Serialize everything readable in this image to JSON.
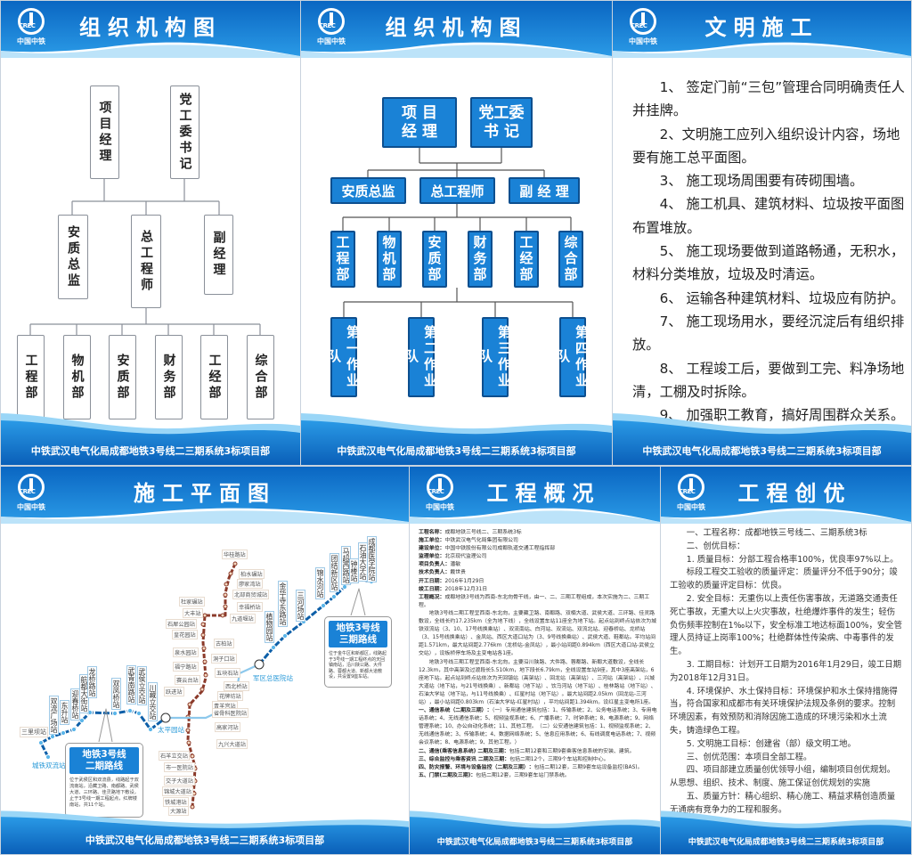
{
  "common": {
    "logo_text": "中国中铁",
    "footer": "中铁武汉电气化局成都地铁3号线二三期系统3标项目部",
    "colors": {
      "header_blue": "#0a6fc8",
      "box_blue": "#1a82d6",
      "line3_dark": "#0d5fa8",
      "line3_light": "#8cc8ec",
      "line_brown": "#8b3a2a"
    }
  },
  "org1": {
    "title": "组织机构图",
    "top": [
      "项目经理",
      "党工委书记"
    ],
    "middle": [
      "安质总监",
      "总工程师",
      "副经理"
    ],
    "bottom": [
      "工程部",
      "物机部",
      "安质部",
      "财务部",
      "工经部",
      "综合部"
    ]
  },
  "org2": {
    "title": "组织机构图",
    "top": [
      "项 目\n经 理",
      "党工委\n书 记"
    ],
    "middle": [
      "安质总监",
      "总工程师",
      "副 经 理"
    ],
    "bottom": [
      "工程部",
      "物机部",
      "安质部",
      "财务部",
      "工经部",
      "综合部"
    ],
    "teams": [
      "第一作业队",
      "第二作业队",
      "第三作业队",
      "第四作业队"
    ]
  },
  "civil": {
    "title": "文明施工",
    "items": [
      "1、 签定门前“三包”管理合同明确责任人并挂牌。",
      "2、文明施工应列入组织设计内容，场地要有施工总平面图。",
      "3、 施工现场周围要有砖砌围墙。",
      "4、 施工机具、建筑材料、垃圾按平面图布置堆放。",
      "5、 施工现场要做到道路畅通，无积水，材料分类堆放，垃圾及时清运。",
      "6、 运输各种建筑材料、垃圾应有防护。",
      "7、 施工现场用水，要经沉淀后有组织排放。",
      "8、 工程竣工后，要做到工完、料净场地清，工棚及时拆除。",
      "9、 加强职工教育，搞好周围群众关系。"
    ]
  },
  "plan": {
    "title": "施工平面图",
    "brown_stations": [
      "华桂路站",
      "柏水碾站",
      "廖家湾站",
      "北部商贸城站",
      "幸福桥站",
      "九道堰站",
      "杜家碾站",
      "大丰站",
      "石犀公园站",
      "皇花园站",
      "古柏站",
      "泉水园站",
      "洞子口站",
      "福宁路站",
      "五块石站",
      "赛云台站",
      "西北桥站",
      "跃进站",
      "花牌坊站",
      "青羊宫站",
      "省骨科医院站",
      "高家河站",
      "九兴大道站",
      "石羊立交站",
      "市一医院站",
      "交子大道站",
      "锦城大道站",
      "铁城港站",
      "大源站"
    ],
    "line3_phase2_stations": [
      "双流广场站",
      "东升站",
      "迎春桥站",
      "航都大街站",
      "龙桥路站",
      "双凤桥站",
      "武青南路站",
      "武侯立交站",
      "川藏立交站"
    ],
    "line3_phase3_stations": [
      "植物园站",
      "金华寺东路站",
      "三河场站",
      "锦水河站",
      "团结新区站",
      "马超西路站",
      "钟楼站",
      "石油大学站",
      "成都医学院站"
    ],
    "terminal_labels": {
      "start": "城铁双流站",
      "sanliba": "三里坝站",
      "taipingyuan": "太平园站",
      "junqu": "军区总医院站"
    },
    "callout_phase3": {
      "title": "地铁3号线\n三期路线",
      "text": "位于金牛区和新都区，线路起于3号线一期工程终点的天回镇南站，沿川陕公路、大件路、蓉都大道、新都大道敷设，共设置9座车站。"
    },
    "callout_phase2": {
      "title": "地铁3号线\n二期路线",
      "text": "位于武侯区和双流县，线路起于双流南站，沿藏卫路、南都路、武侯大道、三环路、佳灵路地下敷设，止于3号线一期工程起点，红牌楼南站，共11个站。"
    }
  },
  "overview": {
    "title": "工程概况",
    "fields": [
      {
        "label": "工程名称：",
        "value": "成都地铁三号线二、三期系统3标"
      },
      {
        "label": "施工单位：",
        "value": "中铁武汉电气化局集团有限公司"
      },
      {
        "label": "建设单位：",
        "value": "中国中铁股份有限公司成都轨道交通工程指挥部"
      },
      {
        "label": "监理单位：",
        "value": "北京现代监理公司"
      },
      {
        "label": "项目负责人：",
        "value": "潘敏"
      },
      {
        "label": "技术负责人：",
        "value": "戴世贵"
      },
      {
        "label": "开工日期：",
        "value": "2016年1月29日"
      },
      {
        "label": "竣工日期：",
        "value": "2018年12月31日"
      },
      {
        "label": "工程概况：",
        "value": "成都地铁3号线为西南-东北向骨干线，由一、二、三期工程组成，本次实施为二、三期工程。"
      }
    ],
    "paragraphs": [
      "地铁3号线二期工程呈西南-东北向，主要藏卫路、南都路、双楠大道、武侯大道、三环路、佳灵路敷设，全线长约17.235km（全为地下线），全线设置车站11座全为地下站。起点站到终点站依次为城铁双流站（3、10、17号线换乘站）、双流南站、白河站、双流站、双流北站、迎春桥站、龙桥站（3、15号线换乘站）、金凤站、西区大道口站为（3、9号线换乘站）、武侯大道、鞋都站。平均站间距1.571km，最大站间距2.776km（龙桥站-金凤站），最小站间距0.894km（西区大道口站-武侯立交站），设板桥停车场及主变电站各1座。",
      "地铁3号线三期工程呈西南-东北向，主要沿川陕路、大件路、蓉都路、新都大道敷设，全线长12.3km，其中高架及过渡段长5.510km，地下段长6.79km，全线设置车站9座，其中3座高架站，6座地下站。起点站到终点站依次为天回镇站（高架站）、回龙站（高架站）、三河站（高架站）、兴城大道站（地下站，与21号线换乘）、新都站（地下站）、饮马河站（地下站）、桂林路站（地下站）、石油大学站（地下站，与11号线换乘）、红星村站（地下站）。最大站间距2.05km（回龙站-三河站），最小站间距0.803km（石油大学站-红星村站），平均站间距1.394km。设红星主变电所1座。"
    ],
    "sections": [
      {
        "label": "一、通信系统（二期及三期）：",
        "value": "（一）专用通信建筑包括：1、传输系统；2、公务电话系统；3、专用电话系统；4、无线通信系统；5、视频监视系统；6、广播系统；7、时钟系统；8、电源系统；9、网络管理系统；10、办公自动化系统；11、其他工程。（二）公安通信建筑包括：1、视频监视系统；2、无线通信系统；3、传输系统；4、数据网络系统；5、信息应用系统；6、有线调度电话系统；7、视频会议系统；8、电源系统；9、其他工程。）"
      },
      {
        "label": "二、通信(乘客信息系统) 二期及三期：",
        "value": "包括二期12套和三期9套乘客信息系统的安装、建筑。"
      },
      {
        "label": "三、综合监控与乘客资讯 二期及三期：",
        "value": "包括二期12个，三期9个车站和控制中心。"
      },
      {
        "label": "四、防灾报警、环境与设备监控（二期及三期）：",
        "value": "包括二期12套，三期9套车站设备监控(BAS)。"
      },
      {
        "label": "五、门禁(二期及三期)：",
        "value": "包括二期12套，三期9套车站门禁系统。"
      }
    ]
  },
  "quality": {
    "title": "工程创优",
    "paragraphs": [
      "一、工程名称：成都地铁三号线二、三期系统3标",
      "二、创优目标：",
      "1. 质量目标：分部工程合格率100%，优良率97%以上。",
      "标段工程交工验收的质量评定：质量评分不低于90分；竣工验收的质量评定目标：优良。",
      "2. 安全目标：无重伤以上责任伤害事故，无道路交通责任死亡事故，无重大以上火灾事故，杜绝爆炸事件的发生；轻伤负伤频率控制在1‰以下，安全标准工地达标面100%，安全管理人员持证上岗率100%；杜绝群体性传染病、中毒事件的发生。",
      "3. 工期目标：计划开工日期为2016年1月29日，竣工日期为2018年12月31日。",
      "4. 环境保护、水土保持目标：环境保护和水土保持措施得当，符合国家和成都市有关环境保护法规及条例的要求。控制环境因素，有效预防和消除因施工造成的环境污染和水土流失，铸造绿色工程。",
      "5. 文明施工目标：创建省（部）级文明工地。",
      "三、创优范围：本项目全部工程。",
      "四、项目部建立质量创优领导小组，编制项目创优规划。从思想、组织、技术、制度、施工保证创优规划的实施",
      "五、质量方针：精心组织、精心施工、精益求精创造质量无通病有竞争力的工程和服务。"
    ]
  }
}
